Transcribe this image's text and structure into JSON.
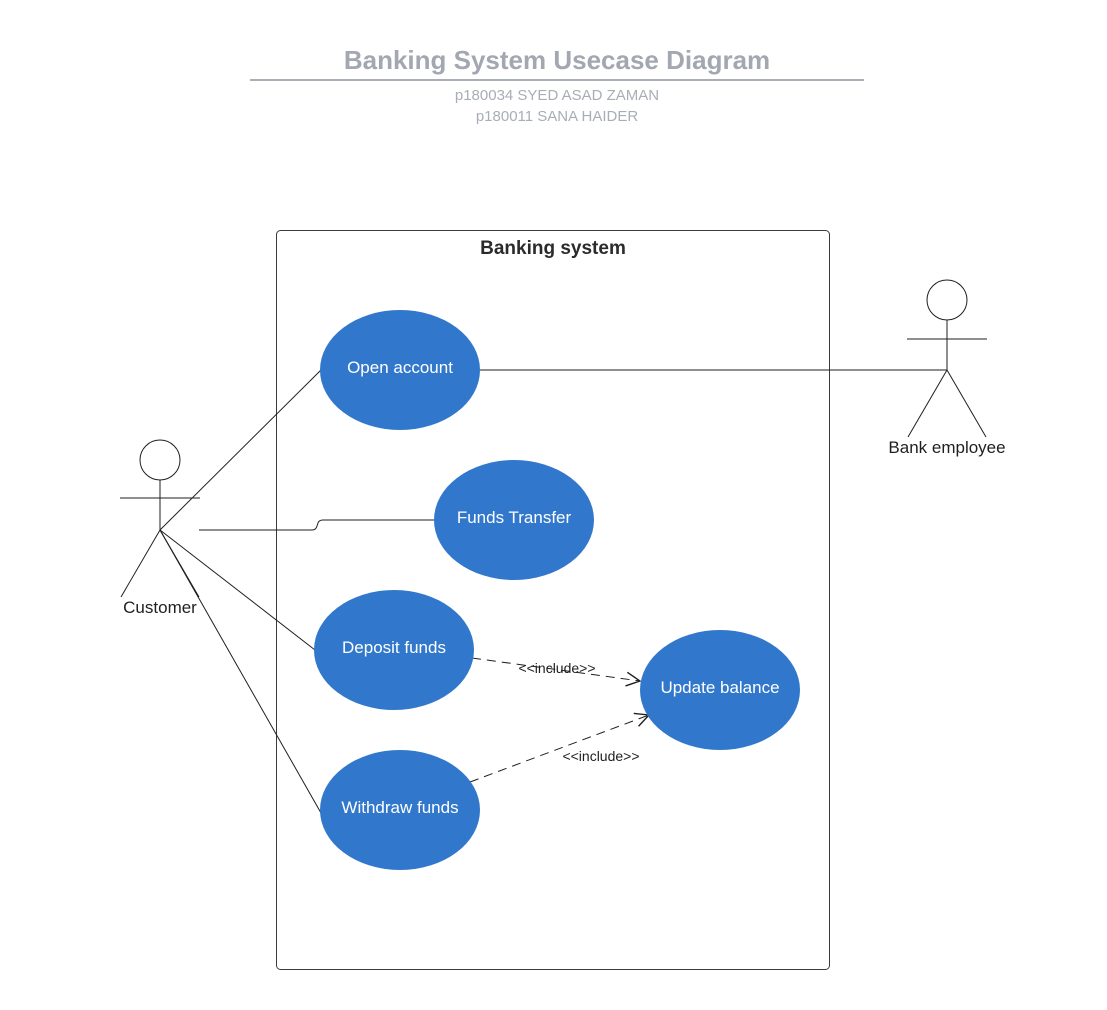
{
  "header": {
    "title": "Banking System Usecase Diagram",
    "subtitle_lines": [
      "p180034 SYED ASAD ZAMAN",
      "p180011 SANA HAIDER"
    ]
  },
  "system": {
    "label": "Banking system"
  },
  "actors": {
    "customer": "Customer",
    "bank_employee": "Bank employee"
  },
  "use_cases": {
    "open_account": "Open account",
    "funds_transfer": "Funds Transfer",
    "deposit_funds": "Deposit funds",
    "withdraw_funds": "Withdraw funds",
    "update_balance": "Update balance"
  },
  "relations": {
    "include_deposit": "<<include>>",
    "include_withdraw": "<<include>>"
  },
  "colors": {
    "use_case_fill": "#3178cc",
    "title_gray": "#a2a7b1",
    "line": "#1f1f1f"
  }
}
